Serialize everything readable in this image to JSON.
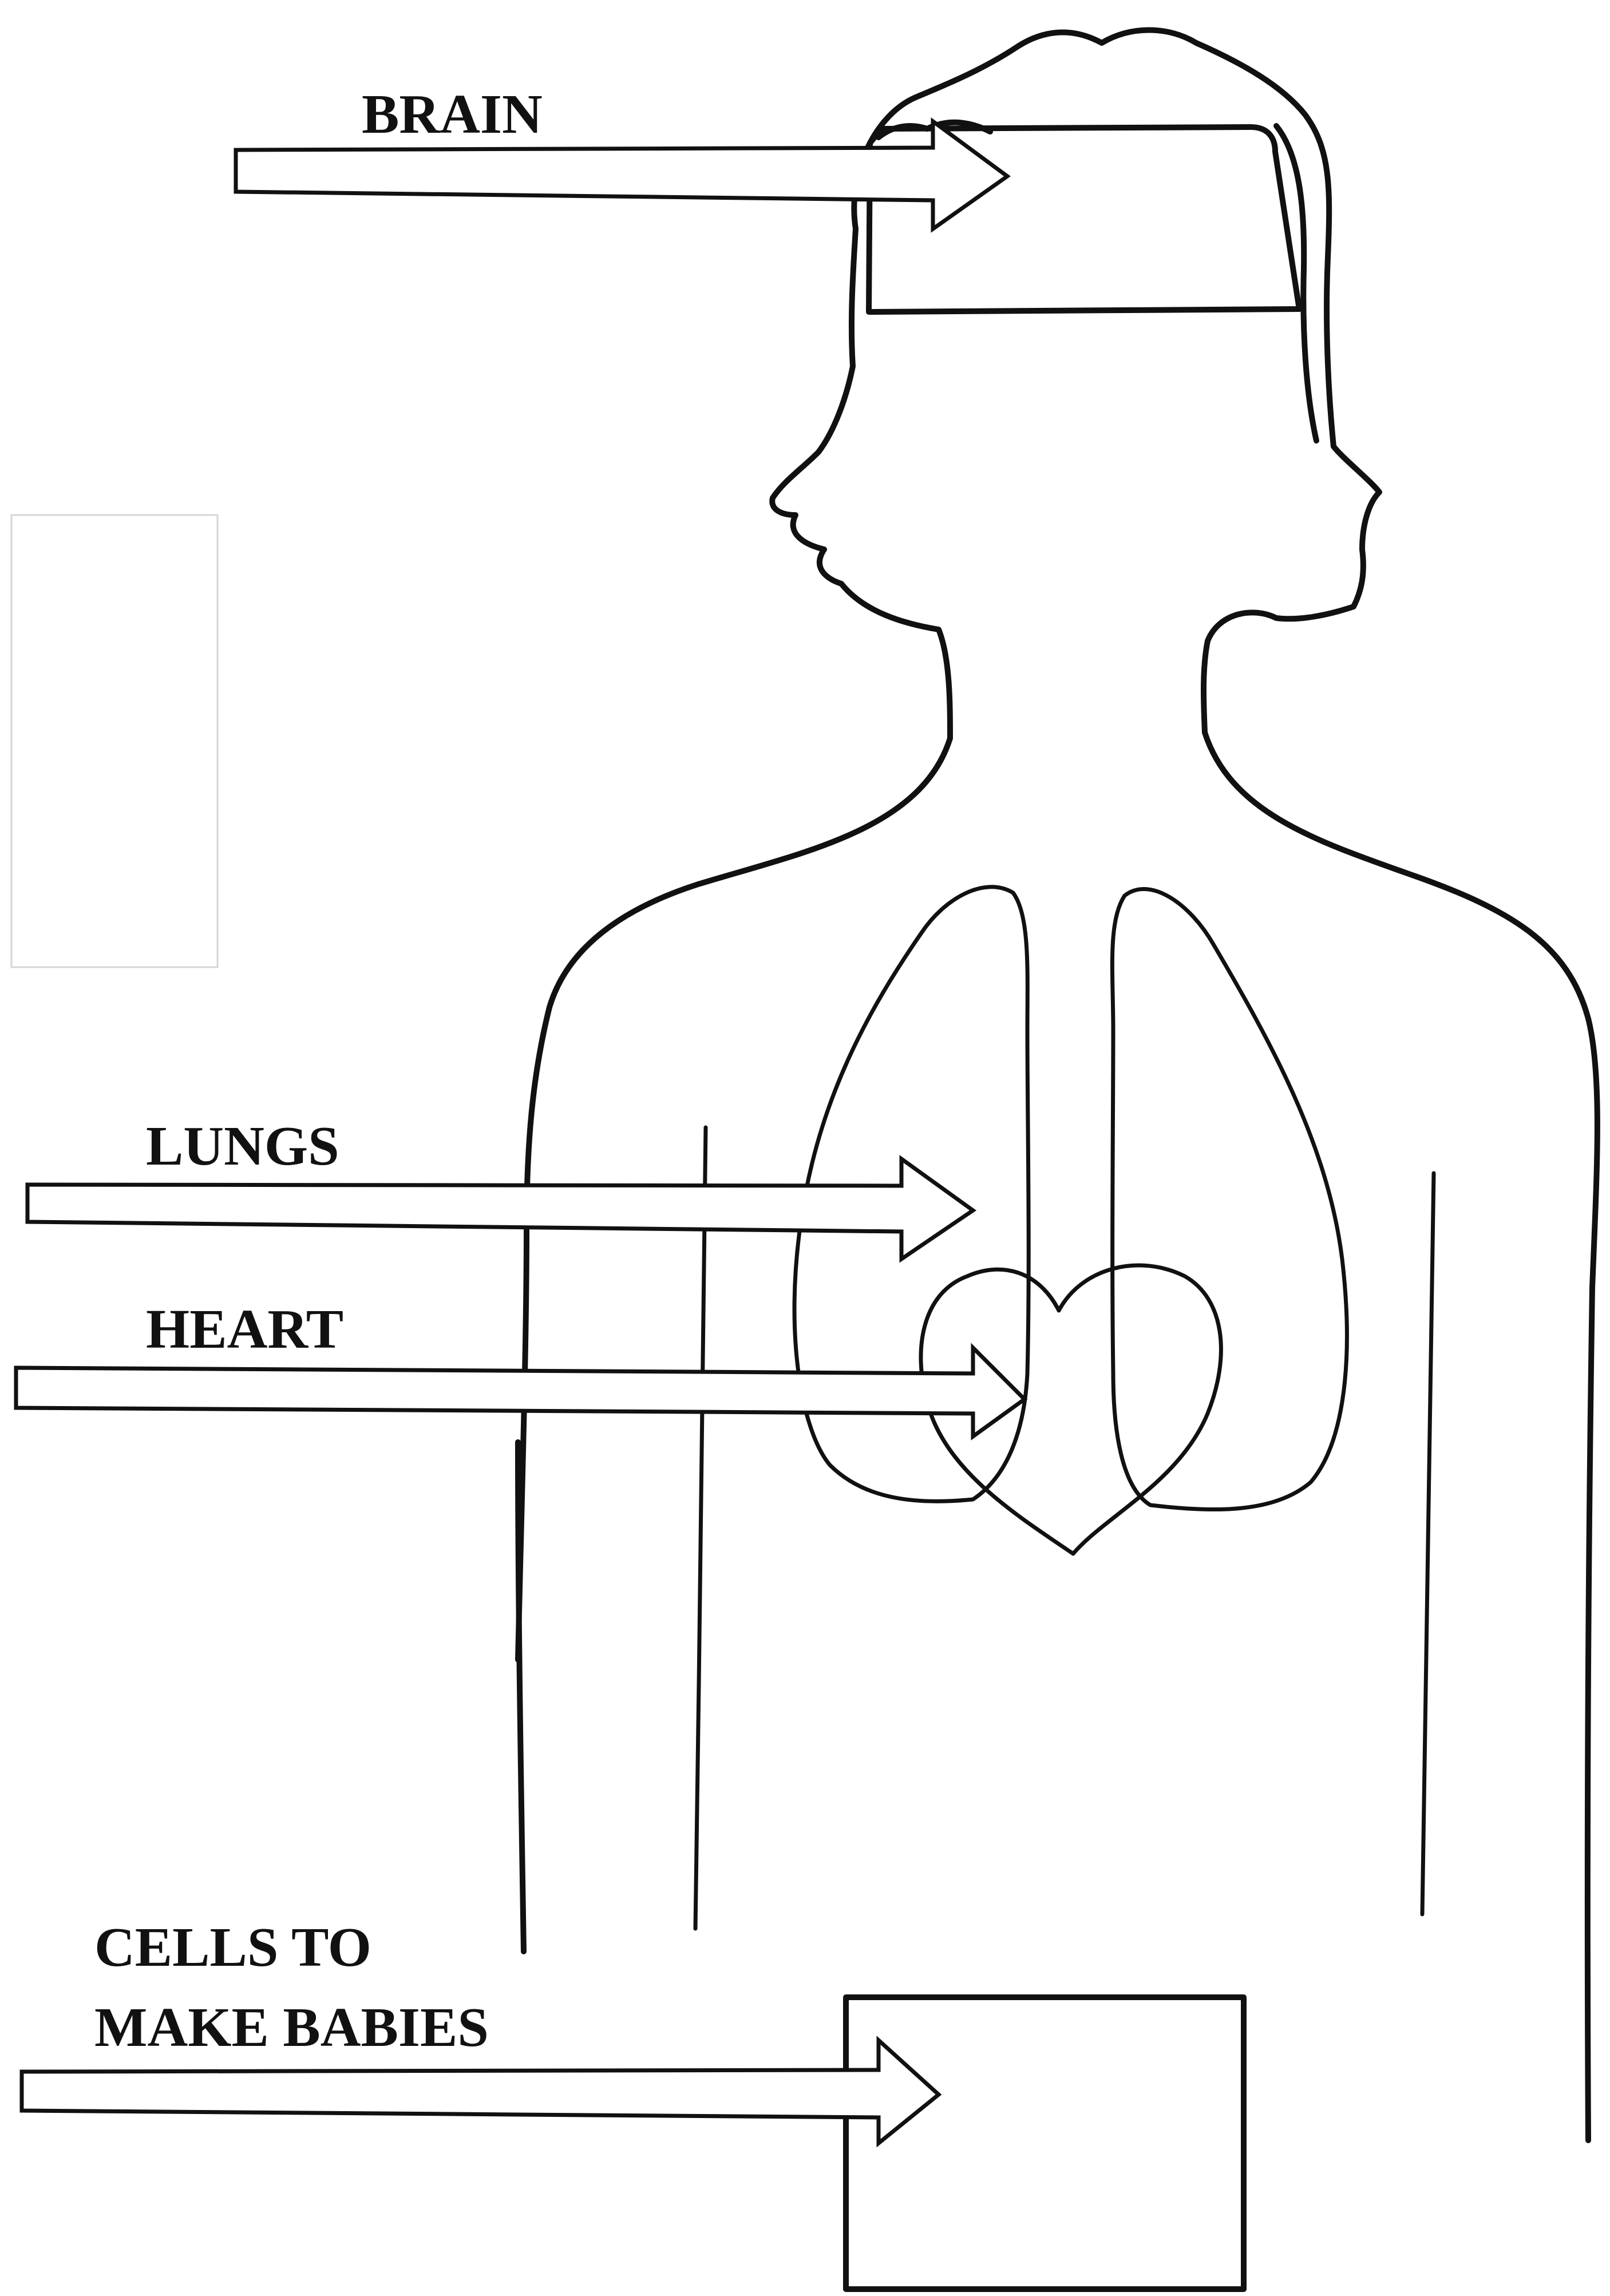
{
  "labels": {
    "brain": "BRAIN",
    "lungs": "LUNGS",
    "heart": "HEART",
    "cells_line1": "CELLS TO",
    "cells_line2": "MAKE BABIES"
  }
}
